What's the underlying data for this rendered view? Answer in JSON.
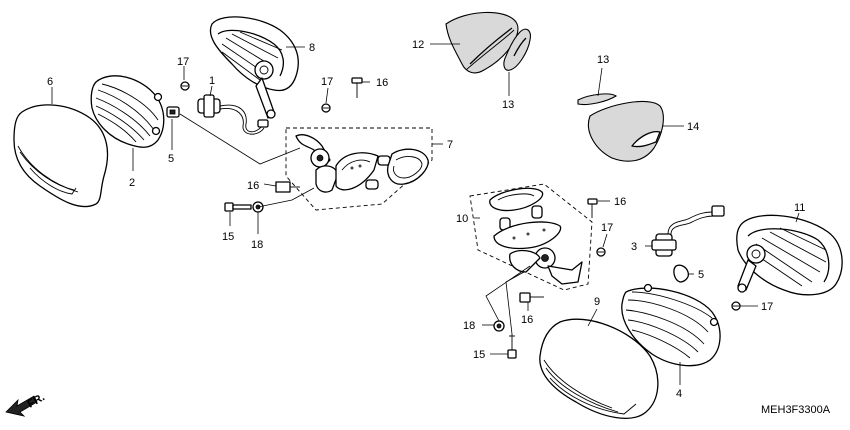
{
  "diagram": {
    "code": "MEH3F3300A",
    "direction_label": "FR.",
    "callouts": [
      {
        "id": "c6",
        "label": "6"
      },
      {
        "id": "c2",
        "label": "2"
      },
      {
        "id": "c5a",
        "label": "5"
      },
      {
        "id": "c17a",
        "label": "17"
      },
      {
        "id": "c1",
        "label": "1"
      },
      {
        "id": "c8",
        "label": "8"
      },
      {
        "id": "c17b",
        "label": "17"
      },
      {
        "id": "c16a",
        "label": "16"
      },
      {
        "id": "c7",
        "label": "7"
      },
      {
        "id": "c16b",
        "label": "16"
      },
      {
        "id": "c15a",
        "label": "15"
      },
      {
        "id": "c18a",
        "label": "18"
      },
      {
        "id": "c12",
        "label": "12"
      },
      {
        "id": "c13a",
        "label": "13"
      },
      {
        "id": "c13b",
        "label": "13"
      },
      {
        "id": "c14",
        "label": "14"
      },
      {
        "id": "c10",
        "label": "10"
      },
      {
        "id": "c16c",
        "label": "16"
      },
      {
        "id": "c17c",
        "label": "17"
      },
      {
        "id": "c3",
        "label": "3"
      },
      {
        "id": "c5b",
        "label": "5"
      },
      {
        "id": "c11",
        "label": "11"
      },
      {
        "id": "c9",
        "label": "9"
      },
      {
        "id": "c16d",
        "label": "16"
      },
      {
        "id": "c18b",
        "label": "18"
      },
      {
        "id": "c15b",
        "label": "15"
      },
      {
        "id": "c4",
        "label": "4"
      },
      {
        "id": "c17d",
        "label": "17"
      }
    ]
  }
}
